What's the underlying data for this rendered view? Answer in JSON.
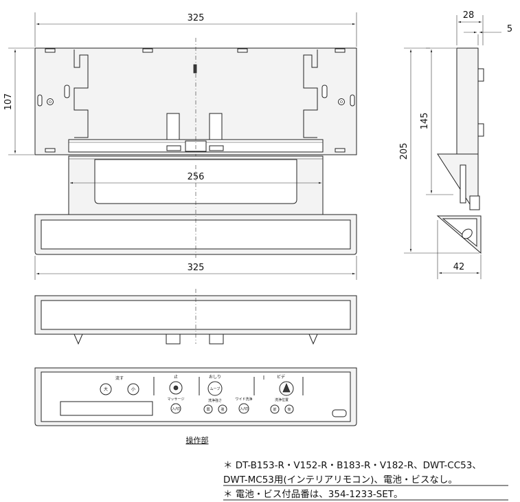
{
  "dimensions": {
    "top_width": "325",
    "top_height": "107",
    "inner_width": "256",
    "front_width": "325",
    "side_depth": "28",
    "side_offset": "5",
    "side_upper": "145",
    "side_total": "205",
    "side_bottom": "42"
  },
  "panel": {
    "flush_label": "流す",
    "large_label": "大",
    "small_label": "小",
    "stop_label": "止",
    "massage_label": "マッサージ",
    "massage_btn": "入/切",
    "oshiri_label": "おしり",
    "oshiri_sub": "ムーブ",
    "strength_label": "洗浄強さ",
    "wide_label": "ワイド洗浄",
    "wide_btn": "入/切",
    "bidet_label": "ビデ",
    "position_label": "洗浄位置",
    "weak_label": "弱",
    "strong_label": "強",
    "front_label": "前",
    "back_label": "後",
    "caption": "操作部"
  },
  "notes": {
    "line1": "＊ DT-B153-R・V152-R・B183-R・V182-R、DWT-CC53、",
    "line2": "DWT-MC53用(インテリアリモコン)、電池・ビスなし。",
    "line3": "＊ 電池・ビス付品番は、354-1233-SET。"
  }
}
